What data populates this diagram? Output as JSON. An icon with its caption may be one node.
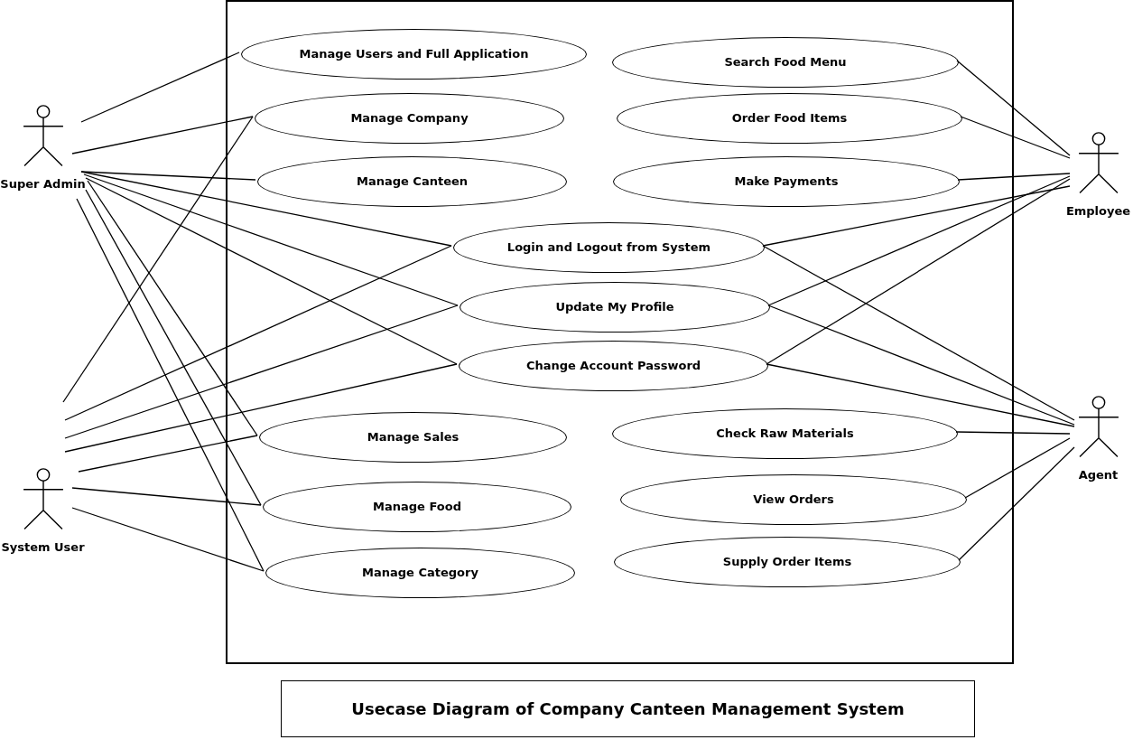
{
  "diagram": {
    "title": "Usecase Diagram of Company Canteen Management System",
    "nodes": [
      {
        "text": [],
        "shape": "box"
      },
      {
        "text": [
          "Super Admin"
        ]
      },
      {
        "text": [
          "System User"
        ]
      },
      {
        "text": [
          "Manage Users and Full Application"
        ],
        "in": 0
      },
      {
        "text": [
          "Manage Company"
        ],
        "in": 0
      },
      {
        "text": [
          "Manage Canteen"
        ],
        "in": 0
      },
      {
        "text": [
          "Login and Logout from System"
        ],
        "in": 0
      },
      {
        "text": [
          "Update My Profile"
        ],
        "in": 0
      },
      {
        "text": [
          "Change Account Password"
        ],
        "in": 0
      },
      {
        "text": [
          "Manage Sales"
        ],
        "in": 0
      },
      {
        "text": [
          "Manage Food"
        ],
        "in": 0
      },
      {
        "text": [
          "Manage Category"
        ],
        "in": 0
      },
      {
        "text": [
          "Search Food Menu"
        ],
        "in": 0
      },
      {
        "text": [
          "Order Food Items"
        ],
        "in": 0
      },
      {
        "text": [
          "Make Payments"
        ],
        "in": 0
      },
      {
        "text": [
          "Check Raw Materials"
        ],
        "in": 0
      },
      {
        "text": [
          "View Orders"
        ],
        "in": 0
      },
      {
        "text": [
          "Supply Order Items"
        ],
        "in": 0
      },
      {
        "text": [
          "Employee"
        ]
      },
      {
        "text": [
          "Agent"
        ]
      }
    ],
    "edges": [
      {
        "from": 1,
        "to": 3,
        "arrow": "none"
      },
      {
        "from": 1,
        "to": 4,
        "arrow": "none"
      },
      {
        "from": 1,
        "to": 5,
        "arrow": "none"
      },
      {
        "from": 1,
        "to": 6,
        "arrow": "none"
      },
      {
        "from": 1,
        "to": 7,
        "arrow": "none"
      },
      {
        "from": 1,
        "to": 8,
        "arrow": "none"
      },
      {
        "from": 1,
        "to": 9,
        "arrow": "none"
      },
      {
        "from": 1,
        "to": 10,
        "arrow": "none"
      },
      {
        "from": 1,
        "to": 11,
        "arrow": "none"
      },
      {
        "from": 2,
        "to": 4,
        "arrow": "none"
      },
      {
        "from": 2,
        "to": 6,
        "arrow": "none"
      },
      {
        "from": 2,
        "to": 7,
        "arrow": "none"
      },
      {
        "from": 2,
        "to": 8,
        "arrow": "none"
      },
      {
        "from": 2,
        "to": 9,
        "arrow": "none"
      },
      {
        "from": 2,
        "to": 10,
        "arrow": "none"
      },
      {
        "from": 2,
        "to": 11,
        "arrow": "none"
      },
      {
        "from": 18,
        "to": 12,
        "arrow": "none"
      },
      {
        "from": 18,
        "to": 13,
        "arrow": "none"
      },
      {
        "from": 18,
        "to": 14,
        "arrow": "none"
      },
      {
        "from": 18,
        "to": 6,
        "arrow": "none"
      },
      {
        "from": 18,
        "to": 7,
        "arrow": "none"
      },
      {
        "from": 18,
        "to": 8,
        "arrow": "none"
      },
      {
        "from": 19,
        "to": 6,
        "arrow": "none"
      },
      {
        "from": 19,
        "to": 7,
        "arrow": "none"
      },
      {
        "from": 19,
        "to": 8,
        "arrow": "none"
      },
      {
        "from": 19,
        "to": 15,
        "arrow": "none"
      },
      {
        "from": 19,
        "to": 16,
        "arrow": "none"
      },
      {
        "from": 19,
        "to": 17,
        "arrow": "none"
      }
    ]
  }
}
